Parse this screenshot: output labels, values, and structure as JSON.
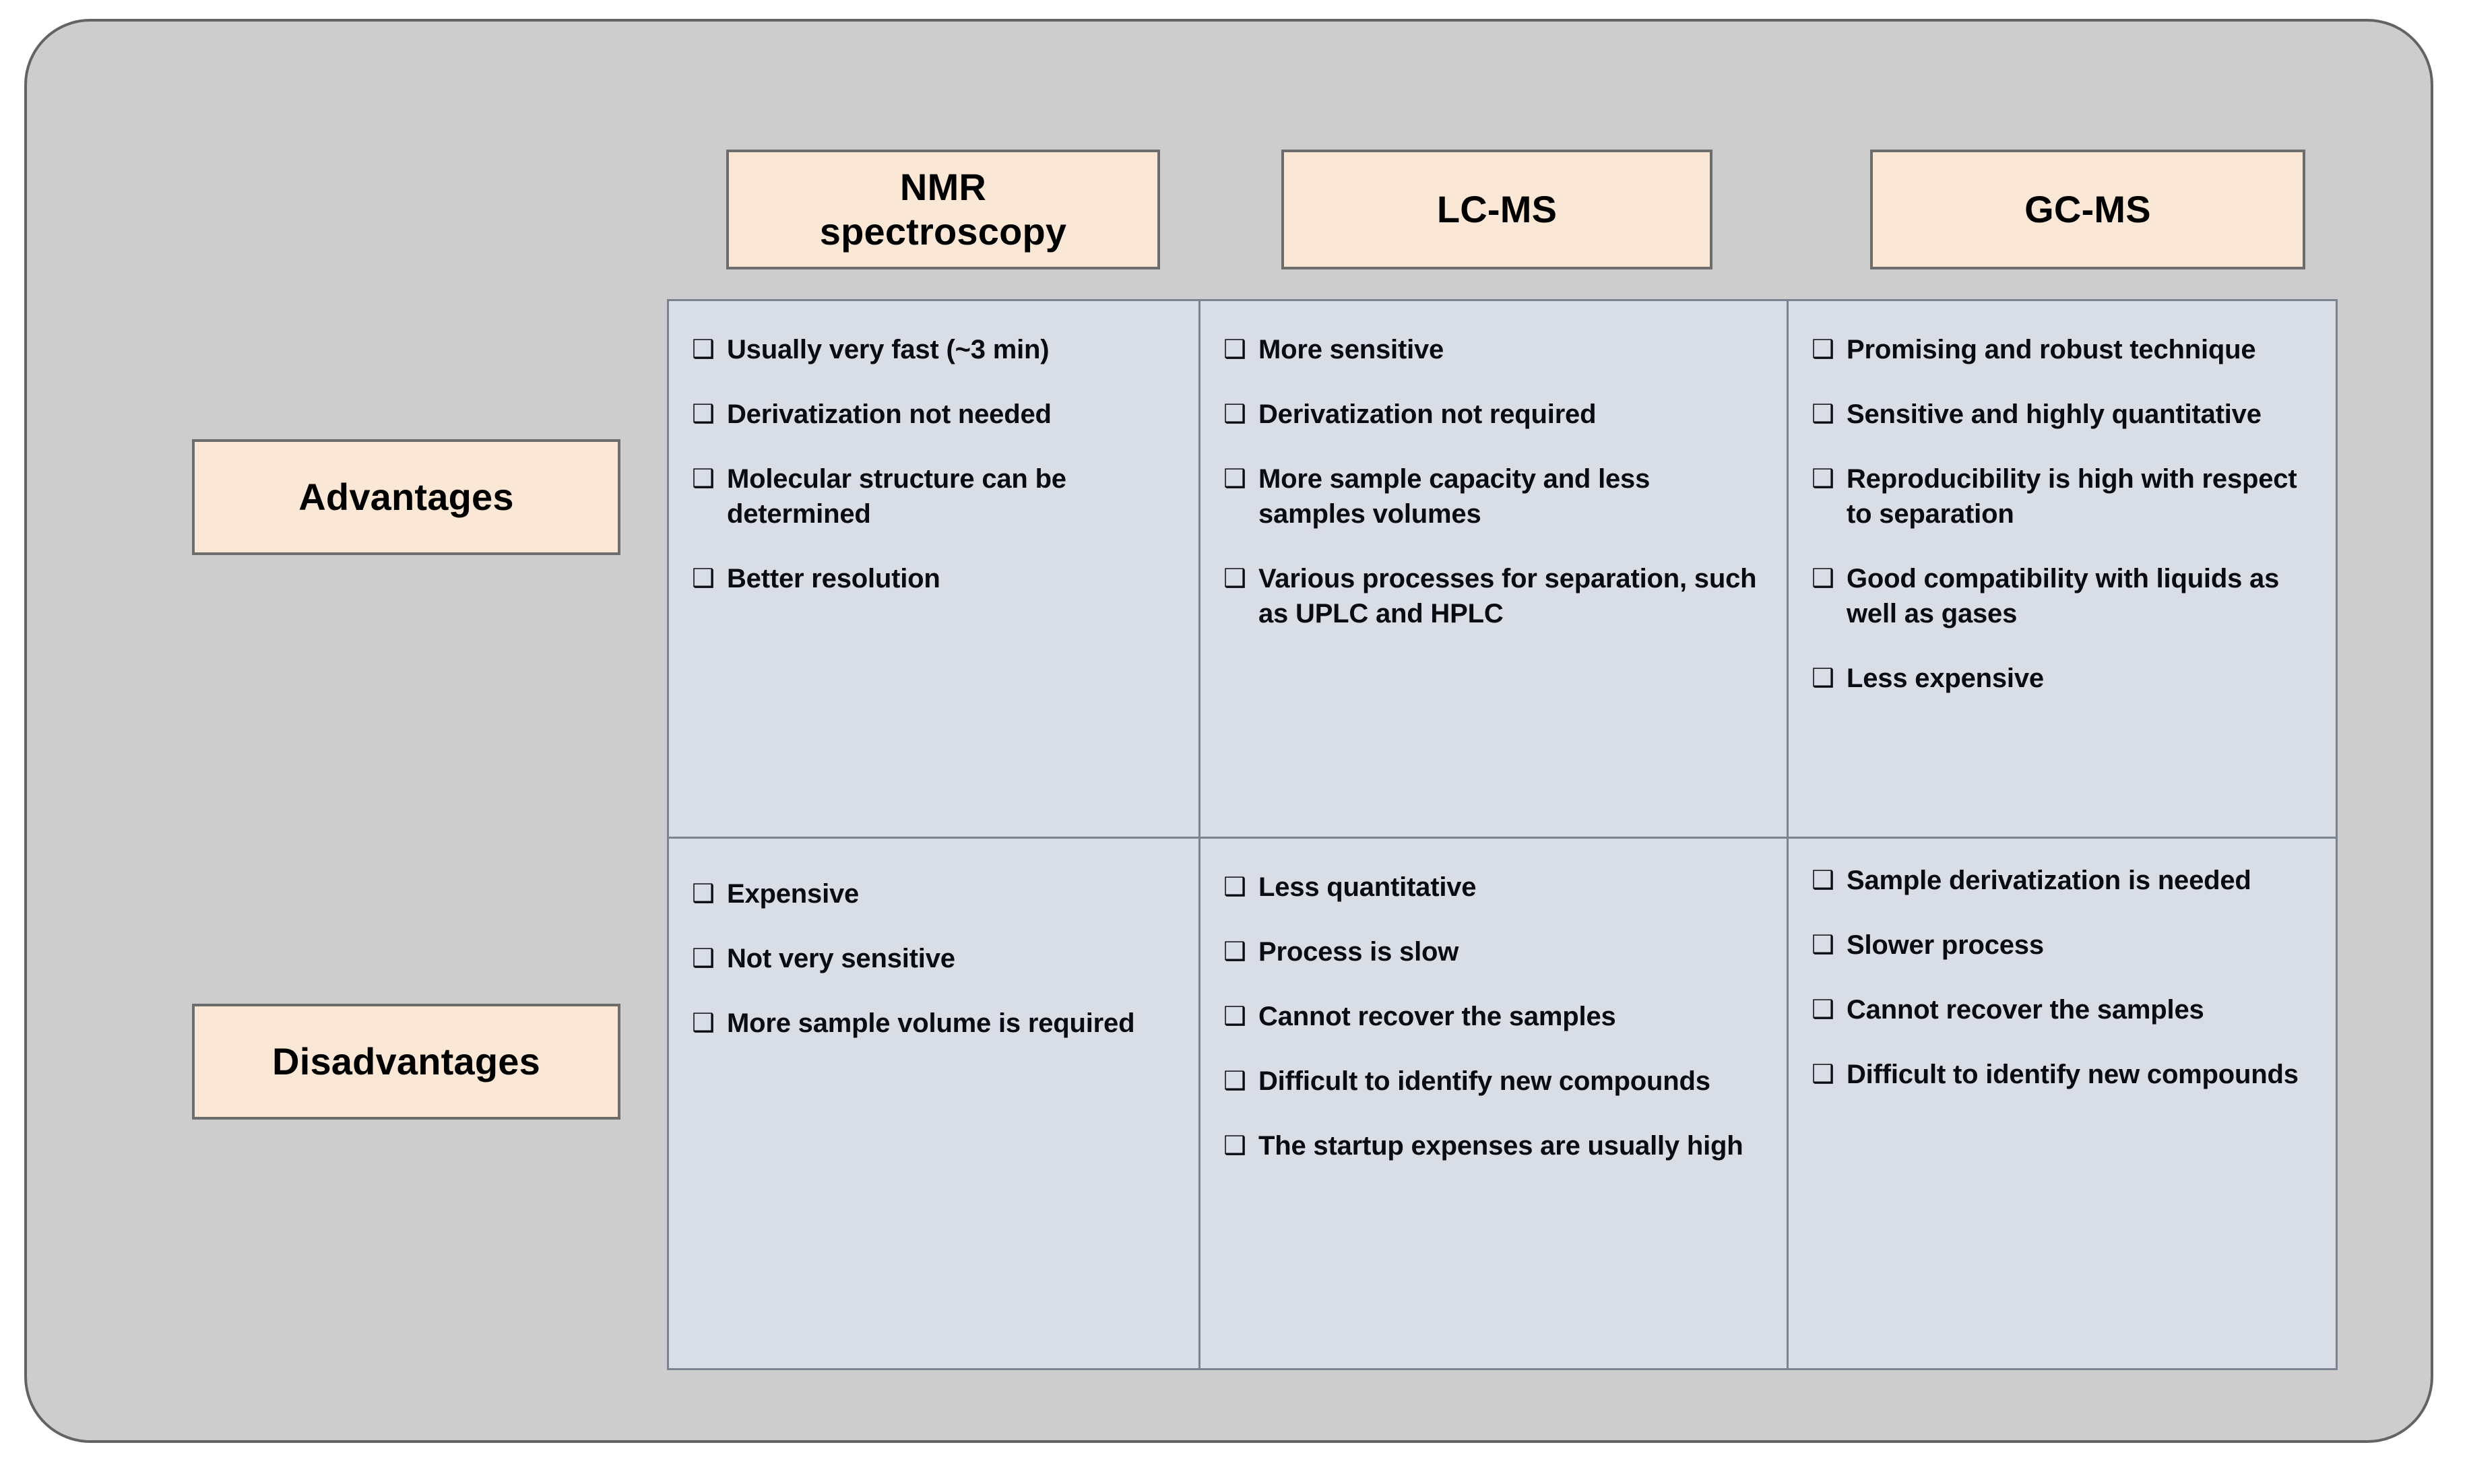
{
  "diagram": {
    "bullet_glyph": "❑",
    "colors": {
      "panel_background": "#cdcdcd",
      "panel_border": "#636363",
      "header_box_fill": "#fbe7d5",
      "header_box_border": "#6d6d6d",
      "table_fill": "#d8dde6",
      "table_border": "#7c8290",
      "text": "#0b0b14"
    }
  },
  "columns": [
    {
      "id": "nmr",
      "label_line1": "NMR",
      "label_line2": "spectroscopy"
    },
    {
      "id": "lcms",
      "label_line1": "LC-MS",
      "label_line2": ""
    },
    {
      "id": "gcms",
      "label_line1": "GC-MS",
      "label_line2": ""
    }
  ],
  "rows": [
    {
      "id": "advantages",
      "label": "Advantages"
    },
    {
      "id": "disadvantages",
      "label": "Disadvantages"
    }
  ],
  "cells": {
    "advantages": {
      "nmr": [
        "Usually very fast (~3 min)",
        "Derivatization not needed",
        "Molecular structure can be determined",
        "Better resolution"
      ],
      "lcms": [
        "More sensitive",
        "Derivatization not required",
        "More sample capacity and less samples volumes",
        "Various processes for separation, such as UPLC and HPLC"
      ],
      "gcms": [
        "Promising and robust technique",
        "Sensitive and highly quantitative",
        "Reproducibility is high with respect to separation",
        "Good compatibility with liquids as well as gases",
        "Less expensive"
      ]
    },
    "disadvantages": {
      "nmr": [
        "Expensive",
        "Not very sensitive",
        "More sample volume is required"
      ],
      "lcms": [
        "Less quantitative",
        "Process is slow",
        "Cannot recover the samples",
        "Difficult to identify new compounds",
        "The startup expenses are usually high"
      ],
      "gcms": [
        "Sample derivatization is needed",
        "Slower process",
        "Cannot recover the samples",
        "Difficult to identify new compounds"
      ]
    }
  }
}
